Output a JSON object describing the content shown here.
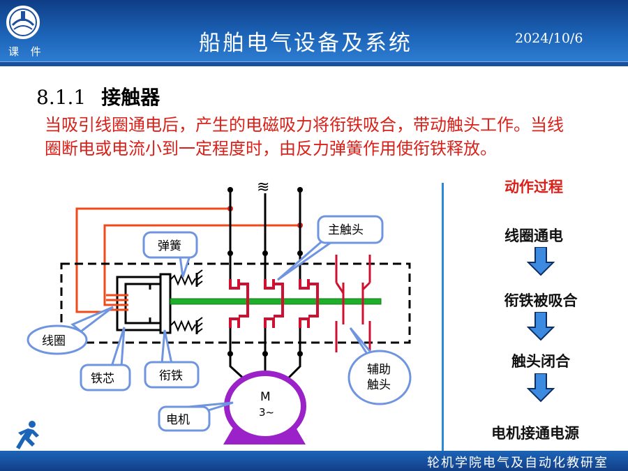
{
  "header": {
    "courseware_label": "课 件",
    "title": "船舶电气设备及系统",
    "date": "2024/10/6"
  },
  "section": {
    "number": "8.1.1",
    "name": "接触器"
  },
  "description": "当吸引线圈通电后，产生的电磁吸力将衔铁吸合，带动触头工作。当线圈断电或电流小到一定程度时，由反力弹簧作用使衔铁释放。",
  "diagram": {
    "supply_symbol": "≋",
    "labels": {
      "main_contact": "主触头",
      "spring": "弹簧",
      "coil": "线圈",
      "core": "铁芯",
      "armature": "衔铁",
      "aux_contact_line1": "辅助",
      "aux_contact_line2": "触头",
      "motor": "电机",
      "motor_symbol_line1": "M",
      "motor_symbol_line2": "3~"
    }
  },
  "flow": {
    "title": "动作过程",
    "steps": [
      "线圈通电",
      "衔铁被吸合",
      "触头闭合",
      "电机接通电源"
    ]
  },
  "footer": {
    "text": "轮机学院电气及自动化教研室"
  },
  "colors": {
    "header_blue": "#1c64b8",
    "accent_red": "#d9211a",
    "contact_red": "#d01030",
    "coil_red": "#f04a1a",
    "rod_green": "#1fae2a",
    "motor_purple": "#9a22c8",
    "arrow_blue": "#3d8be0",
    "callout_border": "#6f95e0"
  },
  "icons": [
    "university-logo-icon",
    "running-man-icon",
    "down-arrow-icon"
  ]
}
